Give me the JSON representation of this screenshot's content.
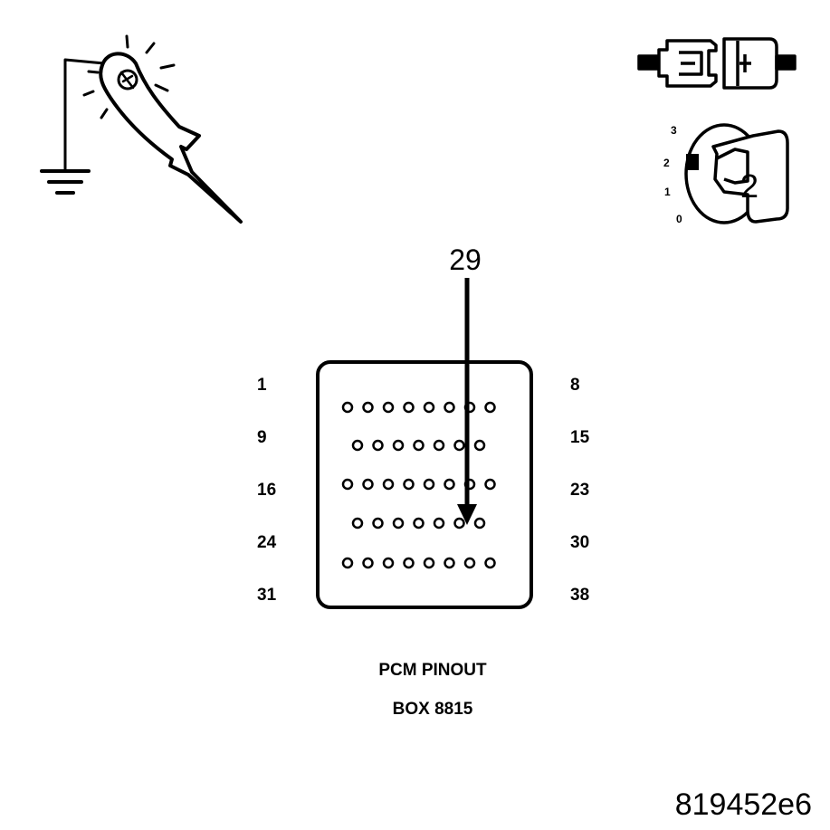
{
  "target_pin": "29",
  "row_labels_left": [
    "1",
    "9",
    "16",
    "24",
    "31"
  ],
  "row_labels_right": [
    "8",
    "15",
    "23",
    "30",
    "38"
  ],
  "rows": [
    {
      "pins": 8
    },
    {
      "pins": 7
    },
    {
      "pins": 8
    },
    {
      "pins": 7
    },
    {
      "pins": 8
    }
  ],
  "caption": {
    "line1": "PCM PINOUT",
    "line2": "BOX 8815"
  },
  "ignition": {
    "positions": [
      "3",
      "2",
      "1",
      "0"
    ],
    "key_label": "2"
  },
  "figure_id": "819452e6",
  "icons": {
    "probe": "test-light-probe-icon",
    "ground": "ground-symbol-icon",
    "connector": "disconnected-connector-icon",
    "ignition": "ignition-key-icon"
  }
}
